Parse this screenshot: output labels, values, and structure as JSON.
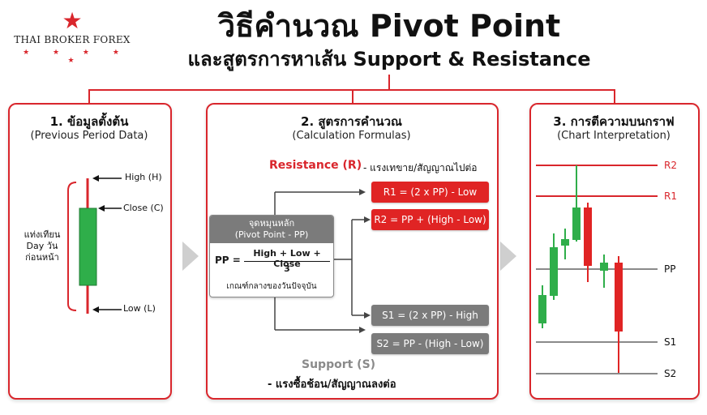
{
  "brand": {
    "name": "THAI BROKER FOREX",
    "stars": "★ ★ ★ ★ ★"
  },
  "title": {
    "line1": "วิธีคำนวณ Pivot Point",
    "line2": "และสูตรการหาเส้น Support & Resistance"
  },
  "panel1": {
    "title": "1. ข้อมูลตั้งต้น",
    "subtitle": "(Previous Period Data)",
    "high": "High (H)",
    "close": "Close (C)",
    "low": "Low (L)",
    "side_label": "แท่งเทียน Day วันก่อนหน้า"
  },
  "panel2": {
    "title": "2. สูตรการคำนวณ",
    "subtitle": "(Calculation Formulas)",
    "resistance_label": "Resistance (R)",
    "resistance_desc": "- แรงเทขาย/สัญญาณไปต่อ",
    "pivot_header_th": "จุดหมุนหลัก",
    "pivot_header_en": "(Pivot Point - PP)",
    "pp_prefix": "PP =",
    "pp_numerator": "High + Low + Close",
    "pp_denominator": "3",
    "pivot_note": "เกณฑ์กลางของวันปัจจุบัน",
    "r1": "R1 = (2 x PP) - Low",
    "r2": "R2 = PP + (High - Low)",
    "s1": "S1 = (2 x PP) - High",
    "s2": "S2 = PP - (High - Low)",
    "support_label": "Support (S)",
    "support_desc": "- แรงซื้อช้อน/สัญญาณลงต่อ"
  },
  "panel3": {
    "title": "3. การตีความบนกราฟ",
    "subtitle": "(Chart Interpretation)",
    "levels": [
      "R2",
      "R1",
      "PP",
      "S1",
      "S2"
    ]
  },
  "colors": {
    "accent": "#d9262c",
    "bull": "#2fae4a",
    "bear": "#e02424",
    "neutral": "#7b7b7b"
  }
}
